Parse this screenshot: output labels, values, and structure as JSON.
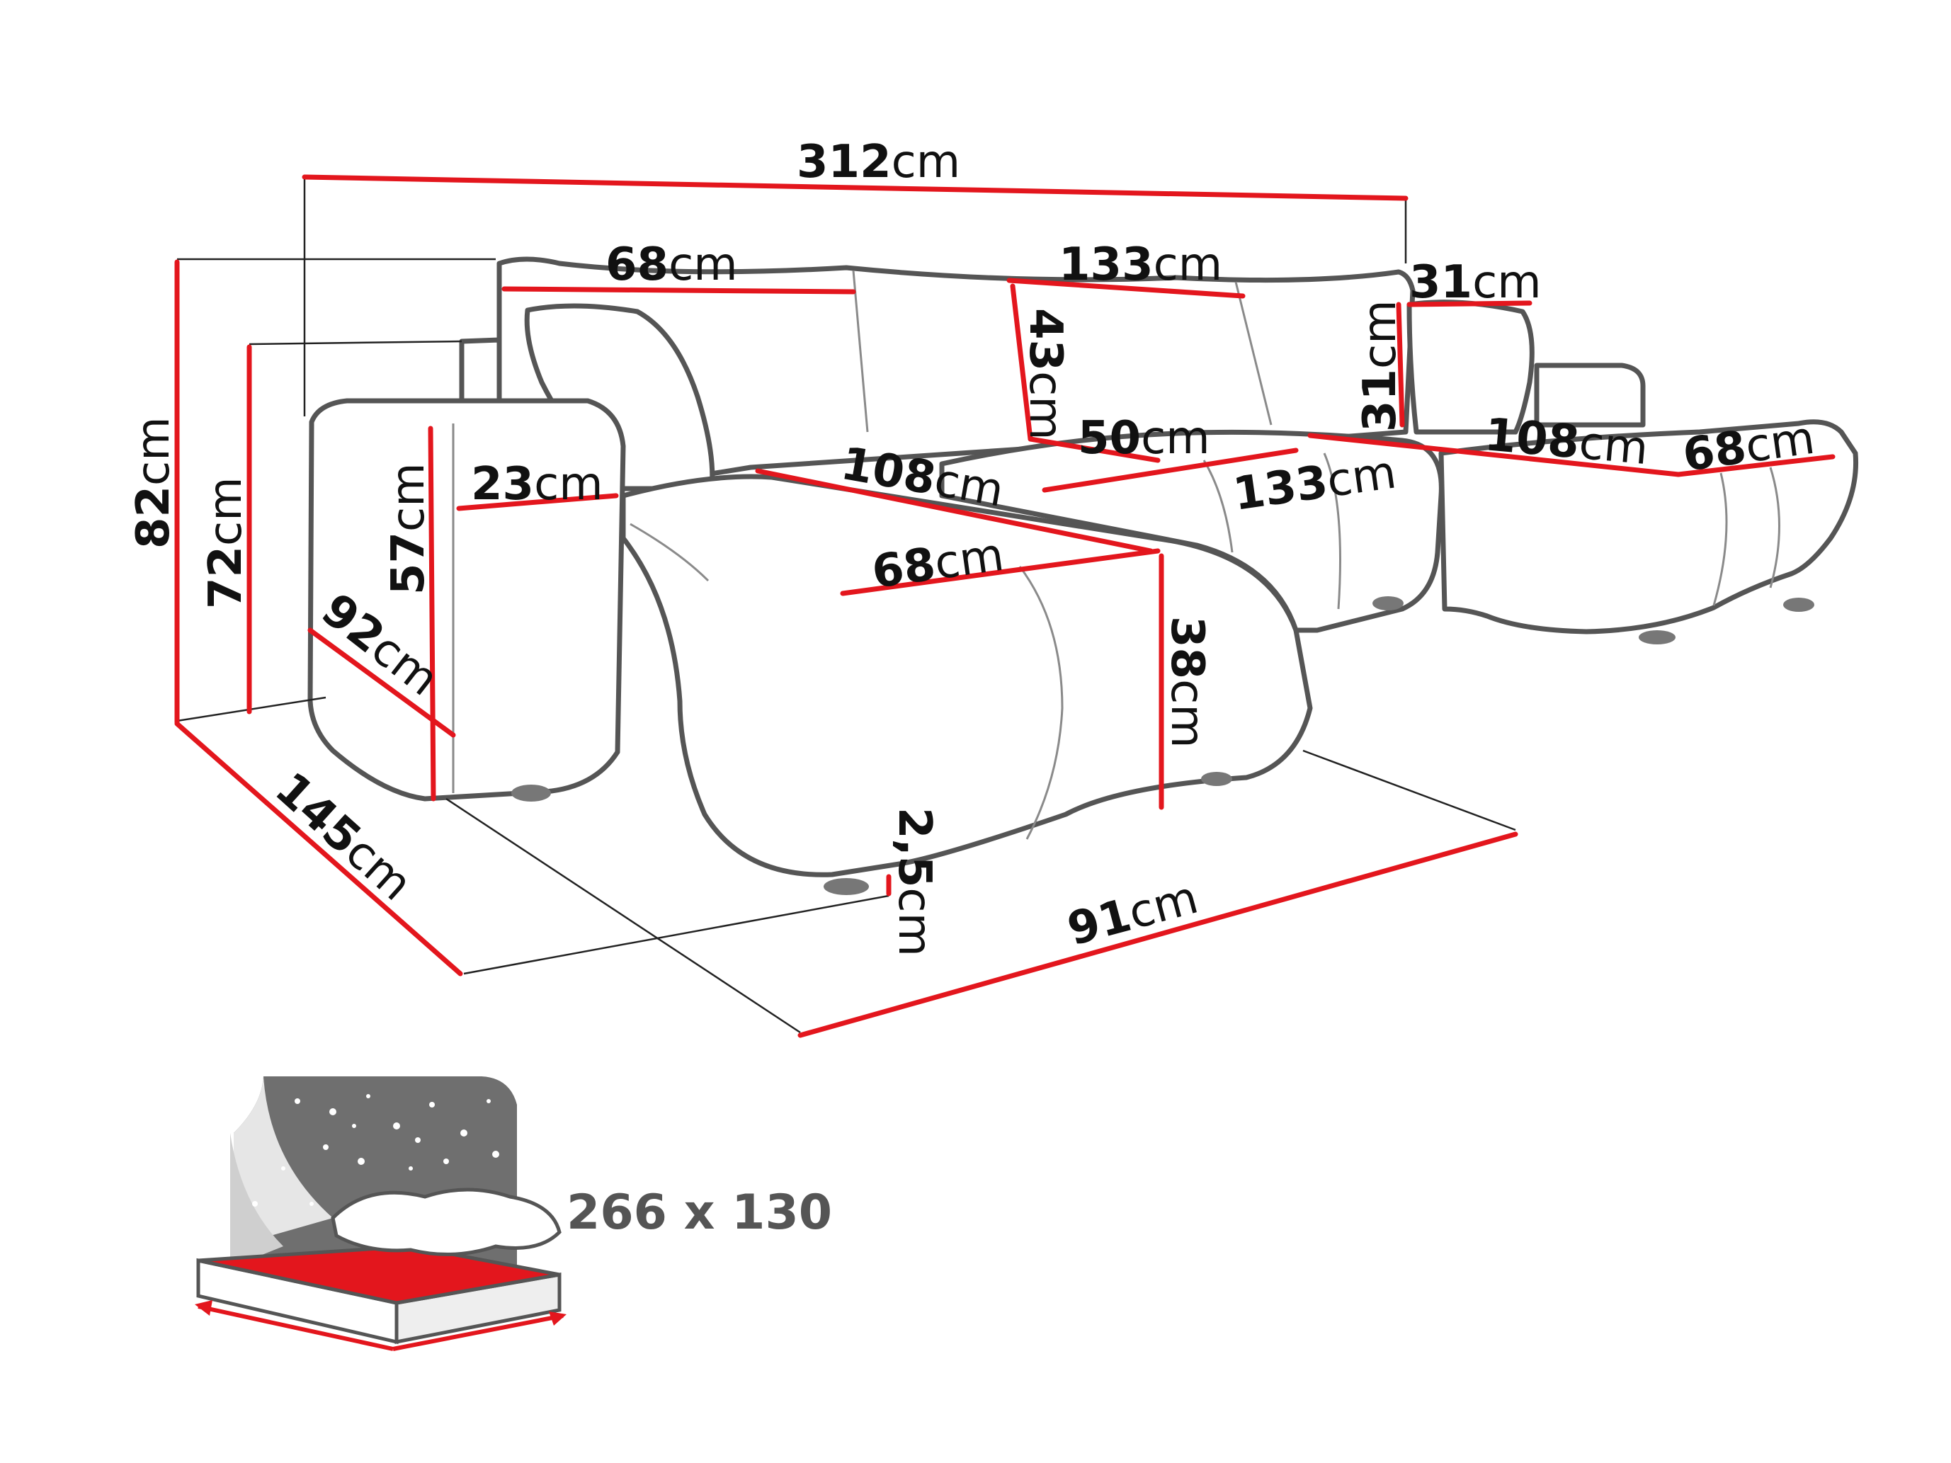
{
  "dimensions": {
    "total_width": {
      "value": "312",
      "unit": "cm"
    },
    "back_left_section": {
      "value": "68",
      "unit": "cm"
    },
    "back_middle_section": {
      "value": "133",
      "unit": "cm"
    },
    "right_cushion_width": {
      "value": "31",
      "unit": "cm"
    },
    "total_height": {
      "value": "82",
      "unit": "cm"
    },
    "back_height": {
      "value": "72",
      "unit": "cm"
    },
    "armrest_height": {
      "value": "57",
      "unit": "cm"
    },
    "armrest_width": {
      "value": "23",
      "unit": "cm"
    },
    "armrest_depth": {
      "value": "92",
      "unit": "cm"
    },
    "total_depth": {
      "value": "145",
      "unit": "cm"
    },
    "backrest_height": {
      "value": "43",
      "unit": "cm"
    },
    "right_cushion_height": {
      "value": "31",
      "unit": "cm"
    },
    "seat_depth_middle": {
      "value": "50",
      "unit": "cm"
    },
    "left_chaise_length": {
      "value": "108",
      "unit": "cm"
    },
    "left_chaise_width": {
      "value": "68",
      "unit": "cm"
    },
    "middle_seat_width": {
      "value": "133",
      "unit": "cm"
    },
    "right_chaise_length": {
      "value": "108",
      "unit": "cm"
    },
    "right_chaise_width": {
      "value": "68",
      "unit": "cm"
    },
    "seat_height": {
      "value": "38",
      "unit": "cm"
    },
    "leg_height": {
      "value": "2,5",
      "unit": "cm"
    },
    "chaise_width_bottom": {
      "value": "91",
      "unit": "cm"
    }
  },
  "sleeping_area": {
    "label": "266 x 130"
  },
  "colors": {
    "dimension_line": "#e3161d",
    "outline": "#555555",
    "bed_surface": "#e3161d",
    "night_sky": "#6f6f6f"
  },
  "icons": [
    "bed-night-icon"
  ]
}
